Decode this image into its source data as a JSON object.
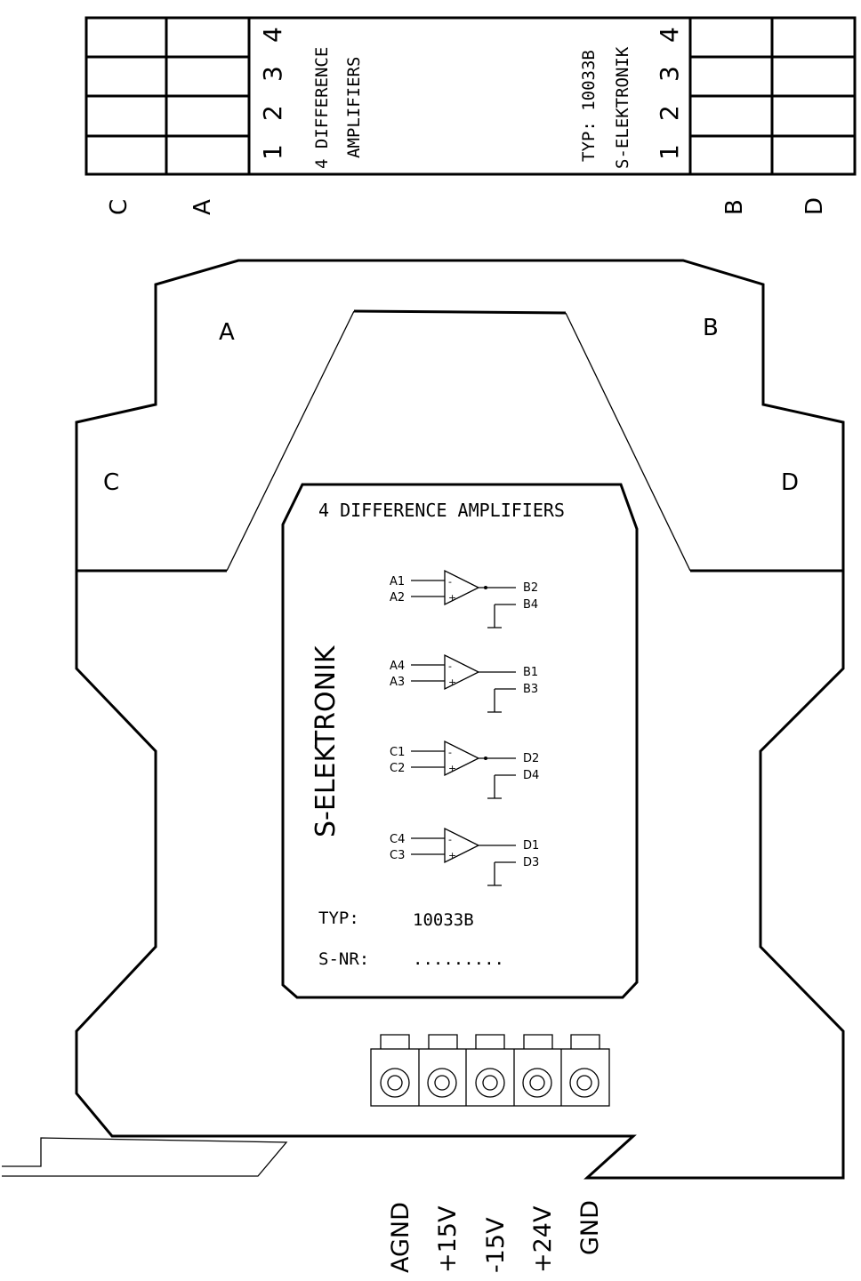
{
  "strip": {
    "left_title": "4 DIFFERENCE",
    "left_subtitle": "AMPLIFIERS",
    "typ_line": "TYP: 10033B",
    "brand_line": "S-ELEKTRONIK",
    "left_numbers": [
      "1",
      "2",
      "3",
      "4"
    ],
    "right_numbers": [
      "1",
      "2",
      "3",
      "4"
    ],
    "column_labels": [
      "C",
      "A",
      "B",
      "D"
    ]
  },
  "housing": {
    "corner_labels": {
      "a": "A",
      "b": "B",
      "c": "C",
      "d": "D"
    }
  },
  "panel": {
    "title": "4 DIFFERENCE AMPLIFIERS",
    "brand": "S-ELEKTRONIK",
    "typ_label": "TYP:",
    "typ_value": "10033B",
    "snr_label": "S-NR:",
    "snr_value": ".........",
    "amplifiers": [
      {
        "in_minus": "A1",
        "in_plus": "A2",
        "out": "B2",
        "ref": "B4"
      },
      {
        "in_minus": "A4",
        "in_plus": "A3",
        "out": "B1",
        "ref": "B3"
      },
      {
        "in_minus": "C1",
        "in_plus": "C2",
        "out": "D2",
        "ref": "D4"
      },
      {
        "in_minus": "C4",
        "in_plus": "C3",
        "out": "D1",
        "ref": "D3"
      }
    ]
  },
  "power_terminals": [
    "AGND",
    "+15V",
    "-15V",
    "+24V",
    "GND"
  ]
}
